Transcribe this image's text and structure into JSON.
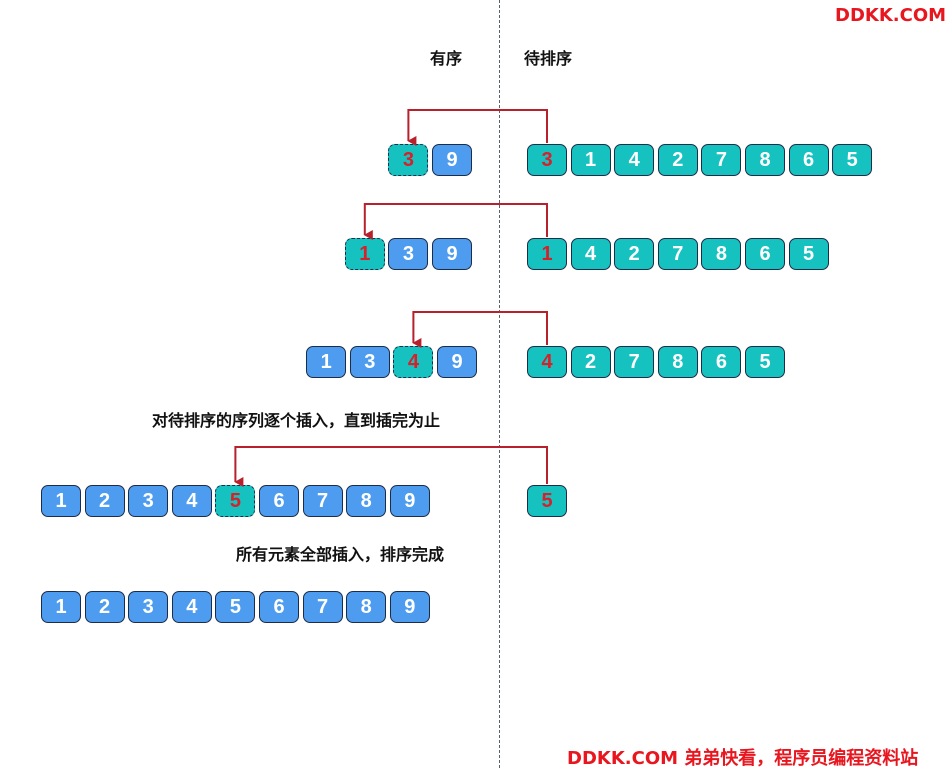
{
  "watermark": {
    "top": "DDKK.COM",
    "bottom": "DDKK.COM 弟弟快看，程序员编程资料站"
  },
  "labels": {
    "sorted": "有序",
    "unsorted": "待排序",
    "step_note": "对待排序的序列逐个插入，直到插完为止",
    "done_note": "所有元素全部插入，排序完成"
  },
  "colors": {
    "sorted_fill": "#4e9cf0",
    "unsorted_fill": "#16c2c0",
    "highlight_text": "#d6202a",
    "arrow": "#b8202c"
  },
  "steps": [
    {
      "sorted": [
        "3",
        "9"
      ],
      "slot": 0,
      "unsorted": [
        "3",
        "1",
        "4",
        "2",
        "7",
        "8",
        "6",
        "5"
      ]
    },
    {
      "sorted": [
        "1",
        "3",
        "9"
      ],
      "slot": 0,
      "unsorted": [
        "1",
        "4",
        "2",
        "7",
        "8",
        "6",
        "5"
      ]
    },
    {
      "sorted": [
        "1",
        "3",
        "4",
        "9"
      ],
      "slot": 2,
      "unsorted": [
        "4",
        "2",
        "7",
        "8",
        "6",
        "5"
      ]
    },
    {
      "sorted": [
        "1",
        "2",
        "3",
        "4",
        "5",
        "6",
        "7",
        "8",
        "9"
      ],
      "slot": 4,
      "unsorted": [
        "5"
      ]
    }
  ],
  "final": [
    "1",
    "2",
    "3",
    "4",
    "5",
    "6",
    "7",
    "8",
    "9"
  ]
}
